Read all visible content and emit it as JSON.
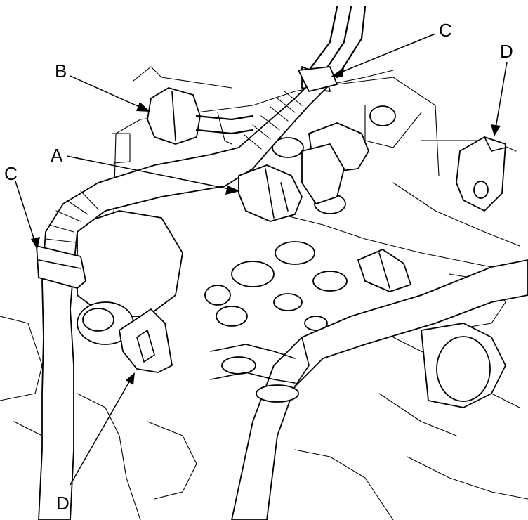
{
  "callouts": {
    "a": "A",
    "b": "B",
    "c_top": "C",
    "c_left": "C",
    "d_right": "D",
    "d_bottom": "D"
  },
  "colors": {
    "line": "#000000",
    "background": "#ffffff"
  }
}
